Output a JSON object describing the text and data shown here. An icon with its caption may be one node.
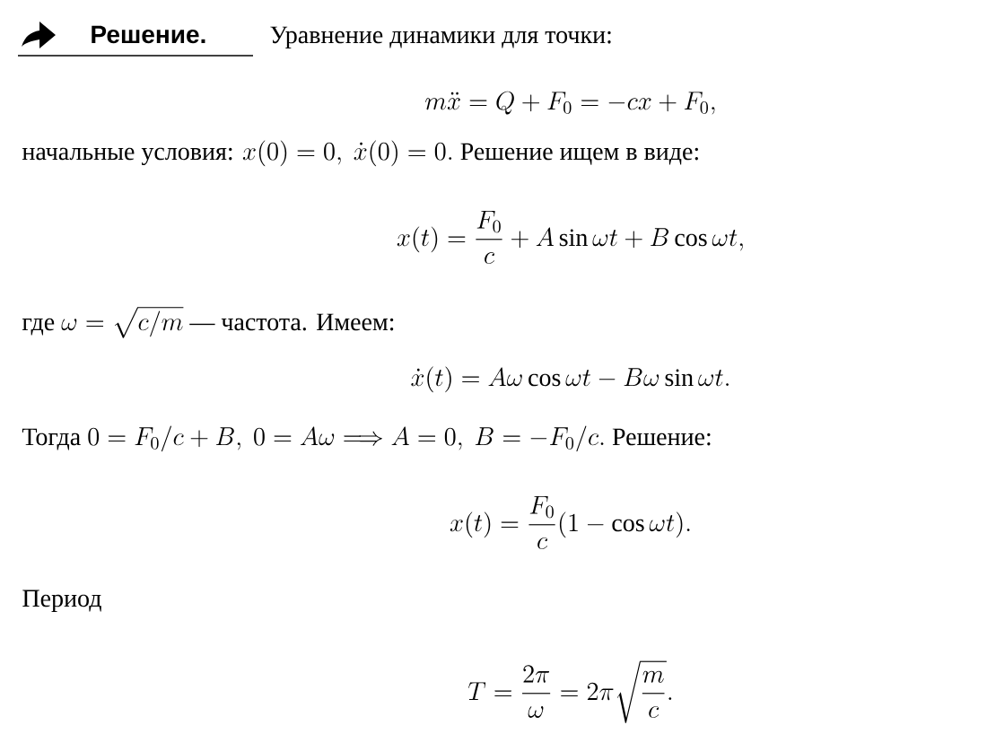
{
  "diagram": {
    "labels": [
      "Решение.",
      "Уравнение динамики для точки:",
      "m\\ddot{x} = Q + F_0 = -cx + F_0,",
      "начальные условия:",
      "x(0) = 0,\\ \\dot{x}(0) = 0.",
      "Решение ищем в виде:",
      "x(t) = \\frac{F_0}{c} + A\\sin\\omega t + B\\cos\\omega t,",
      "где",
      "\\omega = \\sqrt{c/m}",
      "— частота. Имеем:",
      "\\dot{x}(t) = A\\omega\\cos\\omega t - B\\omega\\sin\\omega t.",
      "Тогда",
      "0 = F_0/c + B,\\ 0 = A\\omega \\Longrightarrow A = 0,\\ B = -F_0/c.",
      "Решение:",
      "x(t) = \\frac{F_0}{c}(1 - \\cos\\omega t).",
      "Период",
      "T = \\frac{2\\pi}{\\omega} = 2\\pi\\sqrt{\\frac{m}{c}}."
    ]
  }
}
